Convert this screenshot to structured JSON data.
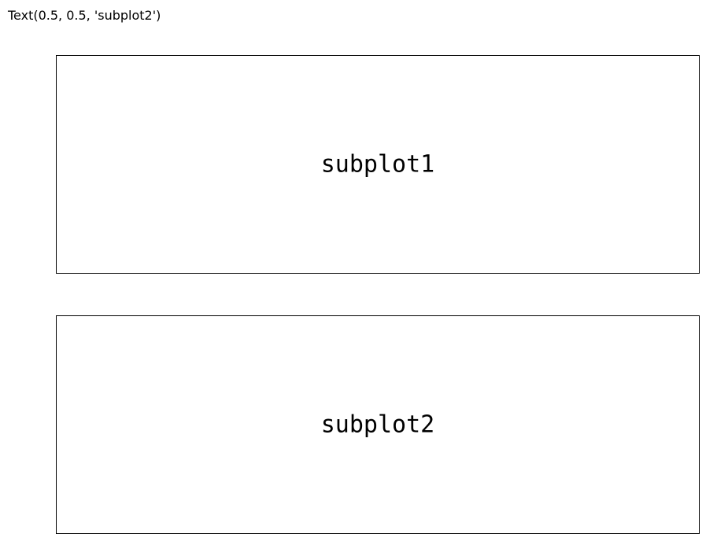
{
  "output": {
    "repr_text": "Text(0.5, 0.5, 'subplot2')"
  },
  "figure": {
    "subplots": [
      {
        "text": "subplot1"
      },
      {
        "text": "subplot2"
      }
    ]
  }
}
